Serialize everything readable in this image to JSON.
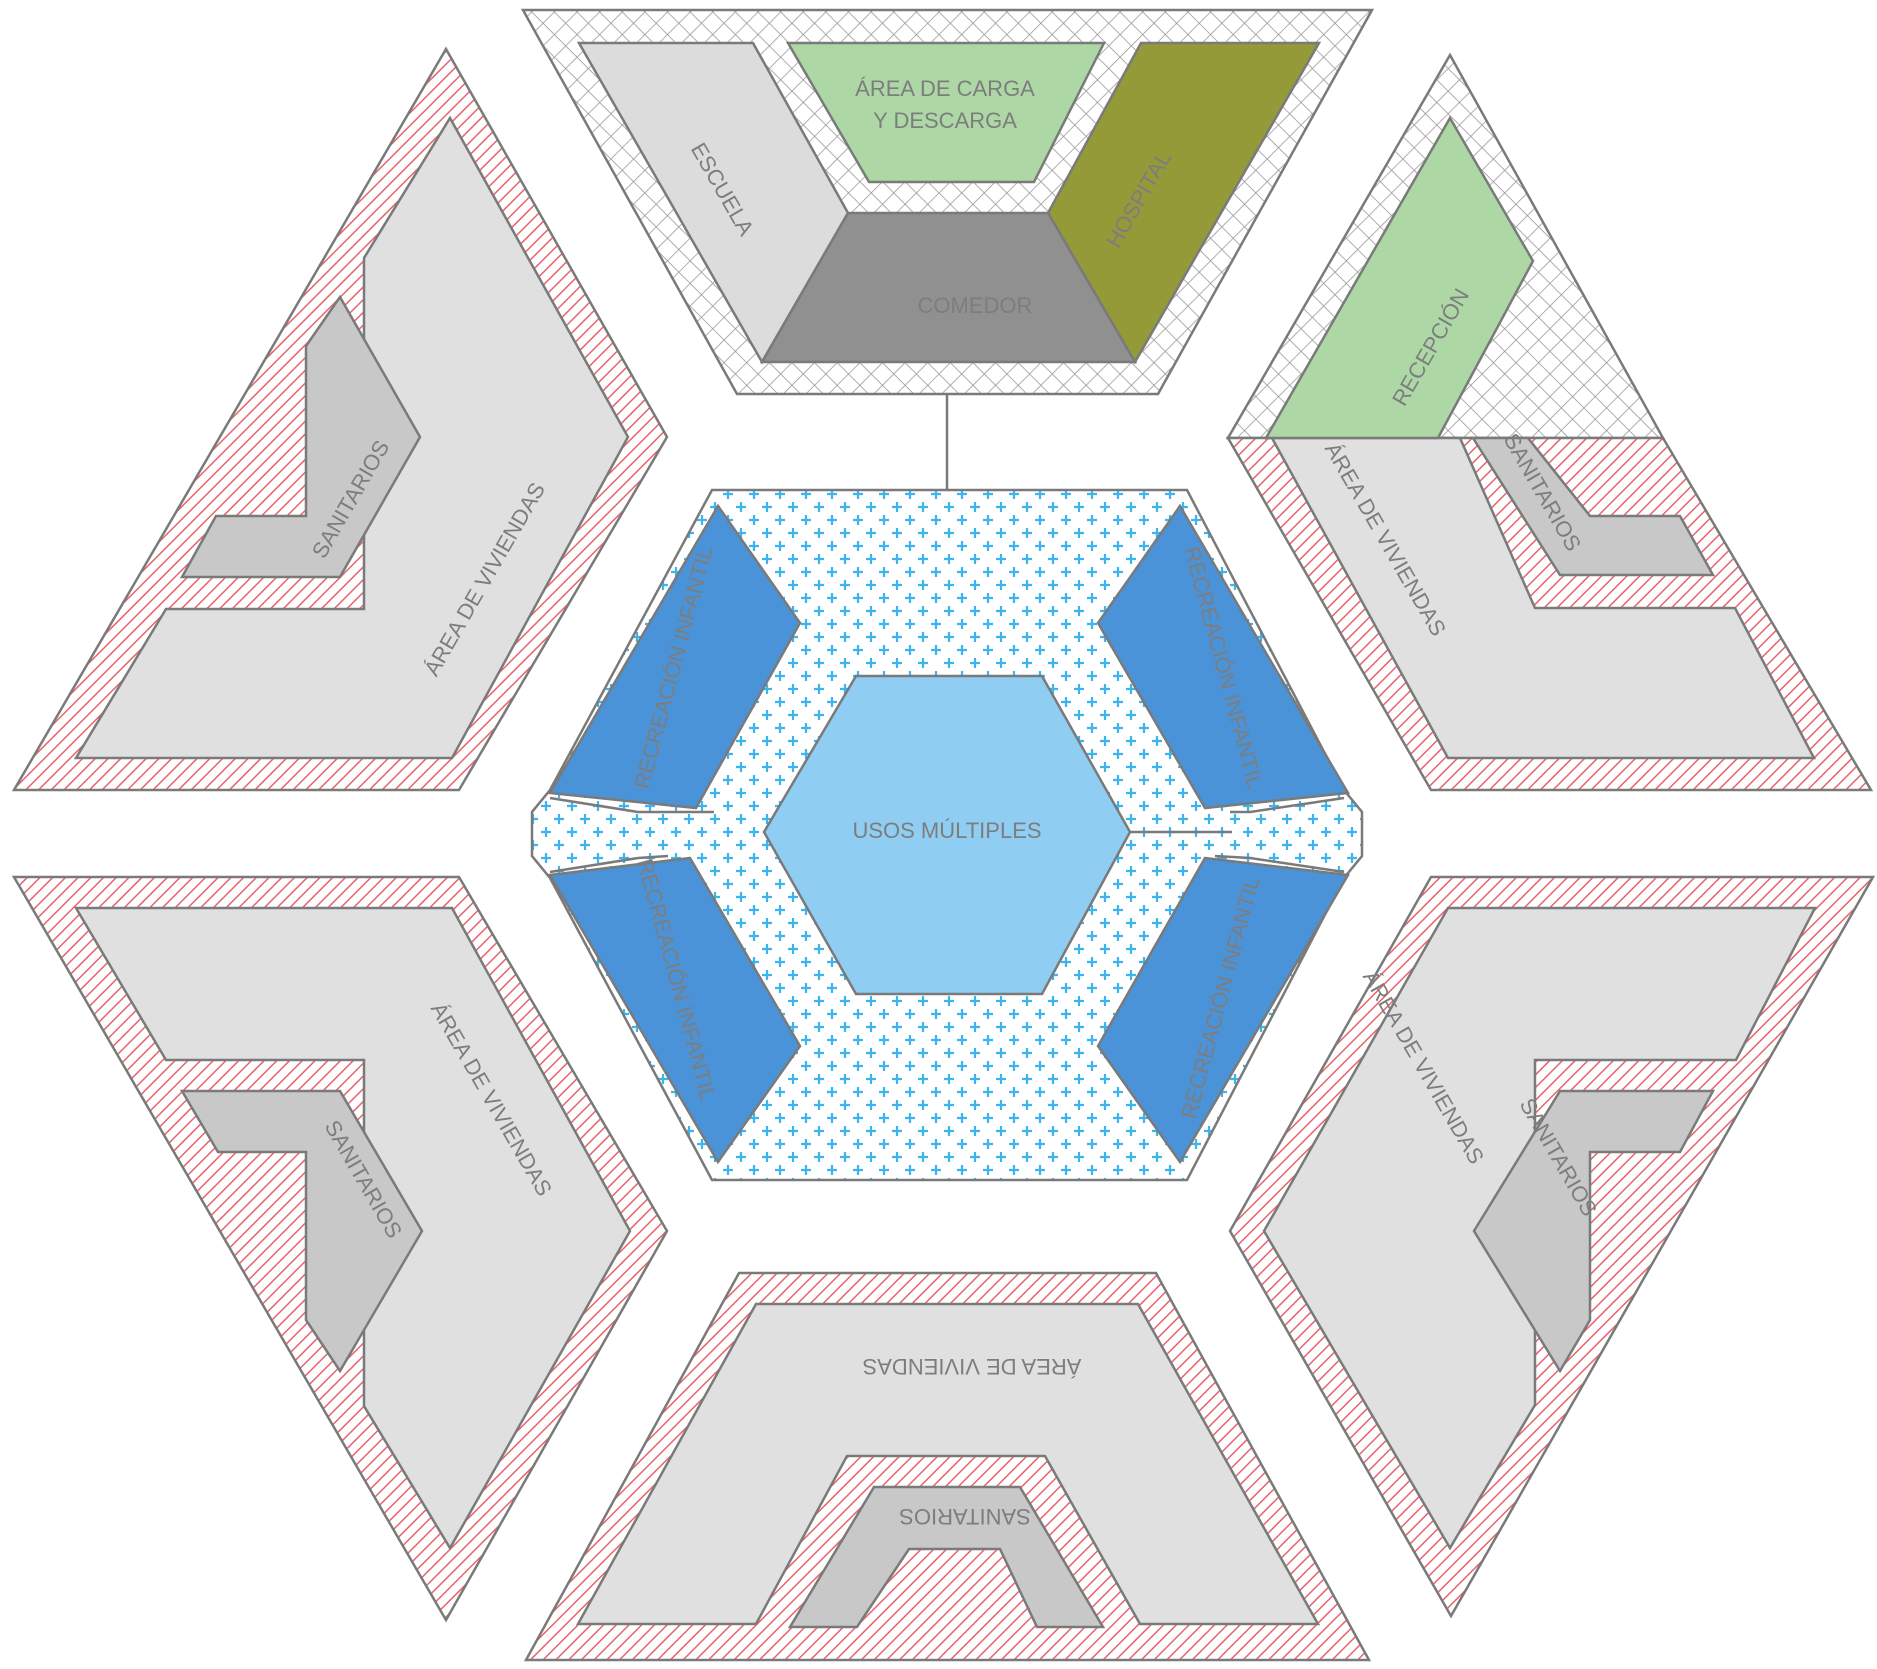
{
  "colors": {
    "housing_fill": "#e0e0e0",
    "sanitarios_fill": "#c8c8c8",
    "hatch_red": "#e8636b",
    "crosshatch_gray": "#9a9a9a",
    "escuela": "#dcdcdc",
    "carga": "#add8a6",
    "hospital": "#959a38",
    "comedor": "#909090",
    "recepcion": "#add8a6",
    "usos_multiples": "#8fcdf3",
    "recreacion": "#4a93d8",
    "plus_pattern": "#3cb4ee",
    "outline": "#7a7a7a",
    "label": "#7d7d7d"
  },
  "top_block": {
    "escuela": "ESCUELA",
    "area_carga_line1": "ÁREA DE CARGA",
    "area_carga_line2": "Y DESCARGA",
    "hospital": "HOSPITAL",
    "comedor": "COMEDOR"
  },
  "upper_right_block": {
    "recepcion": "RECEPCIÓN",
    "viviendas": "ÁREA DE VIVIENDAS",
    "sanitarios": "SANITARIOS"
  },
  "upper_left_block": {
    "viviendas": "ÁREA DE VIVIENDAS",
    "sanitarios": "SANITARIOS"
  },
  "lower_left_block": {
    "viviendas": "ÁREA DE VIVIENDAS",
    "sanitarios": "SANITARIOS"
  },
  "lower_right_block": {
    "viviendas": "ÁREA DE VIVIENDAS",
    "sanitarios": "SANITARIOS"
  },
  "bottom_block": {
    "viviendas": "ÁREA DE VIVIENDAS",
    "sanitarios": "SANITARIOS"
  },
  "center": {
    "usos_multiples": "USOS MÚLTIPLES",
    "recreacion_ul": "RECREACIÓN INFANTIL",
    "recreacion_ll": "RECREACIÓN INFANTIL",
    "recreacion_ur": "RECREACIÓN INFANTIL",
    "recreacion_lr": "RECREACIÓN INFANTIL"
  }
}
